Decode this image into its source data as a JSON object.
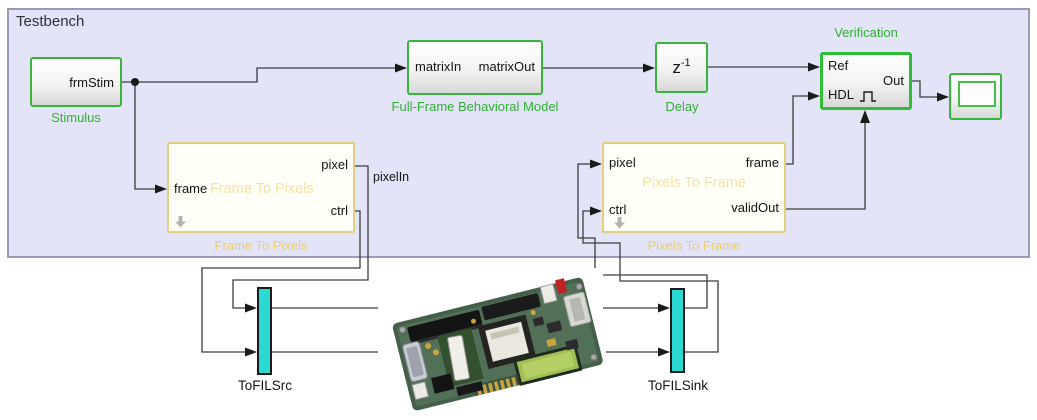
{
  "region": {
    "title": "Testbench"
  },
  "blocks": {
    "stimulus": {
      "port_out": "frmStim",
      "label": "Stimulus"
    },
    "behavioral_model": {
      "port_in": "matrixIn",
      "port_out": "matrixOut",
      "label": "Full-Frame Behavioral Model"
    },
    "delay": {
      "symbol_base": "z",
      "symbol_exp": "-1",
      "label": "Delay"
    },
    "verification": {
      "label": "Verification",
      "port_ref": "Ref",
      "port_hdl": "HDL",
      "port_out": "Out"
    },
    "frame_to_pixels": {
      "inner_title": "Frame To Pixels",
      "label": "Frame To Pixels",
      "port_frame": "frame",
      "port_pixel": "pixel",
      "port_ctrl": "ctrl"
    },
    "pixels_to_frame": {
      "inner_title": "Pixels To Frame",
      "label": "Pixels To Frame",
      "port_pixel": "pixel",
      "port_ctrl": "ctrl",
      "port_frame": "frame",
      "port_validout": "validOut"
    },
    "tofilsrc": {
      "label": "ToFILSrc"
    },
    "tofilsink": {
      "label": "ToFILSink"
    }
  },
  "wire_labels": {
    "pixel_in": "pixelIn"
  },
  "colors": {
    "region_fill": "#e4e4f8",
    "region_border": "#9a9ab8",
    "block_green_border": "#38b63c",
    "green_label": "#2db22d",
    "yellow_border": "#e5cf7e",
    "yellow_inner_text": "#f3e2a6",
    "yellow_label": "#edcf63",
    "cyan_fill": "#29d9d2",
    "wire": "#3c3c3c"
  }
}
